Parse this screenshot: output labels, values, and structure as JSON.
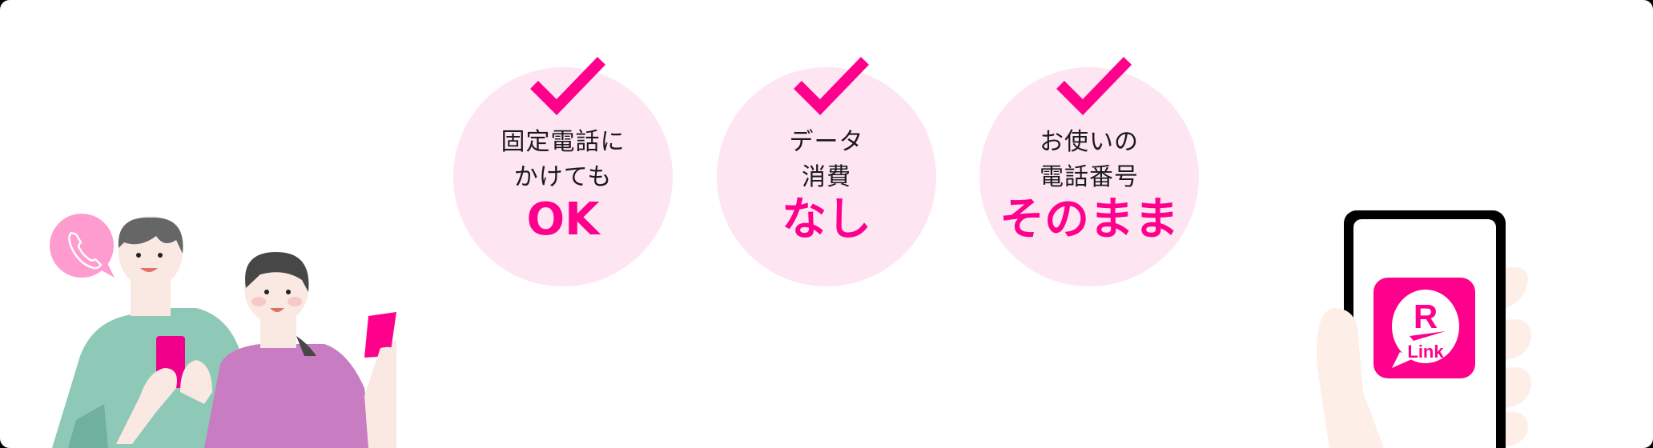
{
  "colors": {
    "accent": "#ff008c",
    "circle_bg": "#fde6f2",
    "bubble": "#ff9ccf",
    "hoodie": "#8ec9b8",
    "shirt": "#c87cc2",
    "skin": "#fae8e2",
    "hair": "#5e5e5e"
  },
  "features": [
    {
      "icon": "check-icon",
      "lines": [
        "固定電話に",
        "かけても"
      ],
      "highlight": "OK"
    },
    {
      "icon": "check-icon",
      "lines": [
        "データ",
        "消費"
      ],
      "highlight": "なし"
    },
    {
      "icon": "check-icon",
      "lines": [
        "お使いの",
        "電話番号"
      ],
      "highlight": "そのまま"
    }
  ],
  "illustrations": {
    "left": {
      "description": "two people holding smartphones",
      "bubble_icon": "phone-handset-icon"
    },
    "right": {
      "description": "hand holding smartphone",
      "app_icon": {
        "name": "rakuten-link-app-icon",
        "letter": "R",
        "label": "Link"
      }
    }
  }
}
